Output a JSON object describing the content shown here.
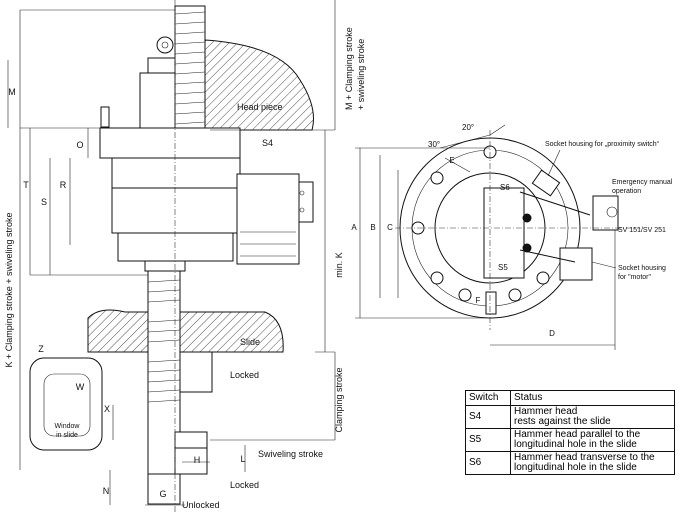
{
  "left_view": {
    "dimensions": {
      "M": "M",
      "O": "O",
      "T": "T",
      "S": "S",
      "R": "R",
      "K_total": "K + Clamping stroke + swiveling stroke",
      "M_total": "M + Clamping stroke",
      "M_total_2": "+ swiveling stroke",
      "min_K": "min. K",
      "clamping_stroke": "Clamping stroke",
      "W": "W",
      "X": "X",
      "Z": "Z",
      "H": "H",
      "L": "L",
      "N": "N",
      "G": "G"
    },
    "labels": {
      "head_piece": "Head piece",
      "s4": "S4",
      "slide": "Slide",
      "locked_1": "Locked",
      "locked_2": "Locked",
      "unlocked": "Unlocked",
      "swiveling_stroke": "Swiveling stroke",
      "window_line1": "Window",
      "window_line2": "in slide"
    }
  },
  "right_view": {
    "angles": {
      "a30": "30°",
      "a20": "20°"
    },
    "dimensions": {
      "A": "A",
      "B": "B",
      "C": "C",
      "D": "D",
      "E": "E",
      "F": "F"
    },
    "labels": {
      "socket_proximity": "Socket housing for „proximity switch“",
      "emergency_1": "Emergency manual",
      "emergency_2": "operation",
      "sv": "SV 151/SV 251",
      "socket_motor_1": "Socket housing",
      "socket_motor_2": "for \"motor\"",
      "s6": "S6",
      "s5": "S5"
    }
  },
  "switch_table": {
    "headers": [
      "Switch",
      "Status"
    ],
    "rows": [
      {
        "switch": "S4",
        "status_1": "Hammer head",
        "status_2": "rests against the slide"
      },
      {
        "switch": "S5",
        "status_1": "Hammer head parallel to the",
        "status_2": "longitudinal hole in the slide"
      },
      {
        "switch": "S6",
        "status_1": "Hammer head transverse to the",
        "status_2": "longitudinal hole in the slide"
      }
    ]
  }
}
